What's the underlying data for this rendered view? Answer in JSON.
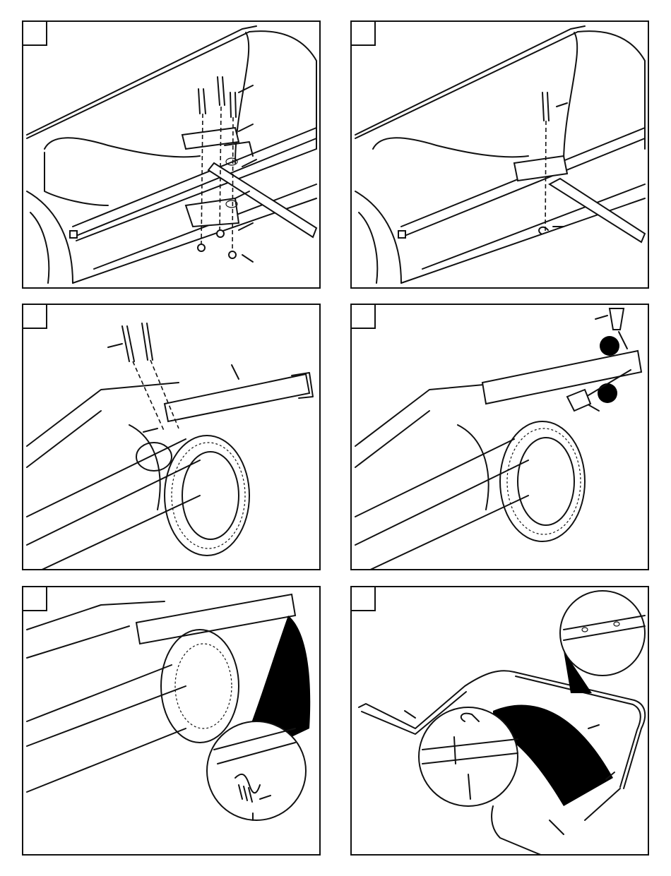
{
  "document": {
    "page": "assembly-instructions",
    "panels": [
      {
        "id": "step-1",
        "step_label": ""
      },
      {
        "id": "step-2",
        "step_label": ""
      },
      {
        "id": "step-3",
        "step_label": ""
      },
      {
        "id": "step-4",
        "step_label": ""
      },
      {
        "id": "step-5",
        "step_label": ""
      },
      {
        "id": "step-6",
        "step_label": ""
      }
    ]
  }
}
